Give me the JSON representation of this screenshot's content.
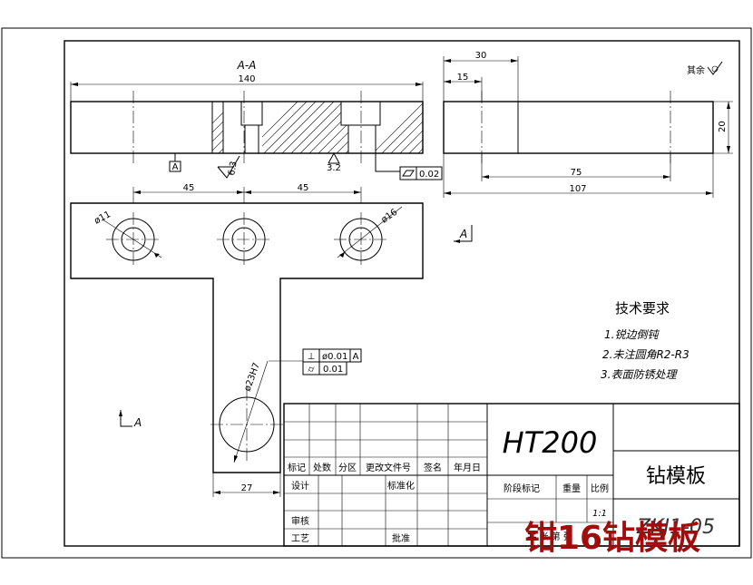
{
  "section": {
    "title": "A-A",
    "dim_length": "140",
    "datum": "A",
    "rough_left": "6.3",
    "rough_right": "3.2",
    "flatness": "0.02"
  },
  "side_view": {
    "dim_30": "30",
    "dim_15": "15",
    "dim_20": "20",
    "dim_75": "75",
    "dim_107": "107"
  },
  "roughness_note": "其余",
  "plan_view": {
    "dim_left_45": "45",
    "dim_right_45": "45",
    "hole_left": "ø11",
    "hole_right": "ø16",
    "big_hole": "ø23H7",
    "dim_27": "27",
    "section_mark": "A",
    "section_mark_left": "A",
    "tol_perp_symbol": "⊥",
    "tol_perp_value": "ø0.01",
    "tol_perp_datum": "A",
    "tol_cyl_symbol": "⌭",
    "tol_cyl_value": "0.01"
  },
  "tech_req": {
    "title": "技术要求",
    "items": [
      "1.锐边倒钝",
      "2.未注圆角R2-R3",
      "3.表面防锈处理"
    ]
  },
  "title_block": {
    "material": "HT200",
    "part_name": "钻模板",
    "drawing_no": "ZKJ1-05",
    "scale": "1:1",
    "header_cells": [
      "标记",
      "处数",
      "分区",
      "更改文件号",
      "签名",
      "年月日"
    ],
    "label_design": "设计",
    "label_standard": "标准化",
    "label_stage": "阶段标记",
    "label_weight": "重量",
    "label_scale": "比例",
    "label_review": "审核",
    "label_process": "工艺",
    "label_approve": "批准",
    "sheet_text": "共 张 第 张"
  },
  "watermark": "钳16钻模板"
}
